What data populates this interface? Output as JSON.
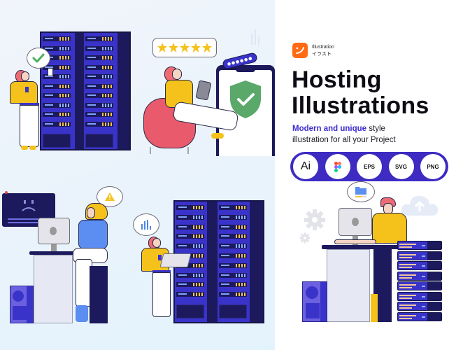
{
  "brand": {
    "logo_icon": "illustration-brand-logo-icon",
    "name_en": "Illustration",
    "name_jp": "イラスト",
    "color": "#ff6a13"
  },
  "hero": {
    "title_line1": "Hosting",
    "title_line2": "Illustrations",
    "subtitle_highlight": "Modern and unique",
    "subtitle_rest": " style",
    "subtitle_line2": "illustration for all your Project",
    "highlight_color": "#3d2bd0"
  },
  "formats": {
    "background": "#3d2bc2",
    "items": [
      {
        "label": "Ai",
        "icon": "adobe-illustrator-icon"
      },
      {
        "label": "",
        "icon": "figma-icon"
      },
      {
        "label": "EPS",
        "icon": "eps-format-icon"
      },
      {
        "label": "SVG",
        "icon": "svg-format-icon"
      },
      {
        "label": "PNG",
        "icon": "png-format-icon"
      }
    ]
  },
  "scenes": [
    {
      "name": "server-rack-check",
      "bubble_icon": "checkmark-icon"
    },
    {
      "name": "review-security-phone",
      "bubble_icon": "five-stars-icon",
      "shield_icon": "shield-check-icon",
      "password_dots": "●●●●●●"
    },
    {
      "name": "error-desk",
      "bubble_icon": "warning-icon",
      "screen_icon": "sad-face-icon"
    },
    {
      "name": "server-rack-laptop",
      "bubble_icon": "bar-chart-icon"
    },
    {
      "name": "developer-desk-servers",
      "bubble_icon": "folder-icon",
      "decor_icons": [
        "gear-icon",
        "cloud-upload-icon"
      ]
    }
  ],
  "colors": {
    "rack_dark": "#1c1a5c",
    "rack_mid": "#3a33c9",
    "led_blue": "#8fb4ff",
    "led_yellow": "#f5c542",
    "shirt_yellow": "#f5c21b",
    "hair_red": "#ee6b73",
    "chair_pink": "#e95a6c",
    "shield_green": "#5aa86a",
    "left_bg": "#eaf3fb"
  }
}
